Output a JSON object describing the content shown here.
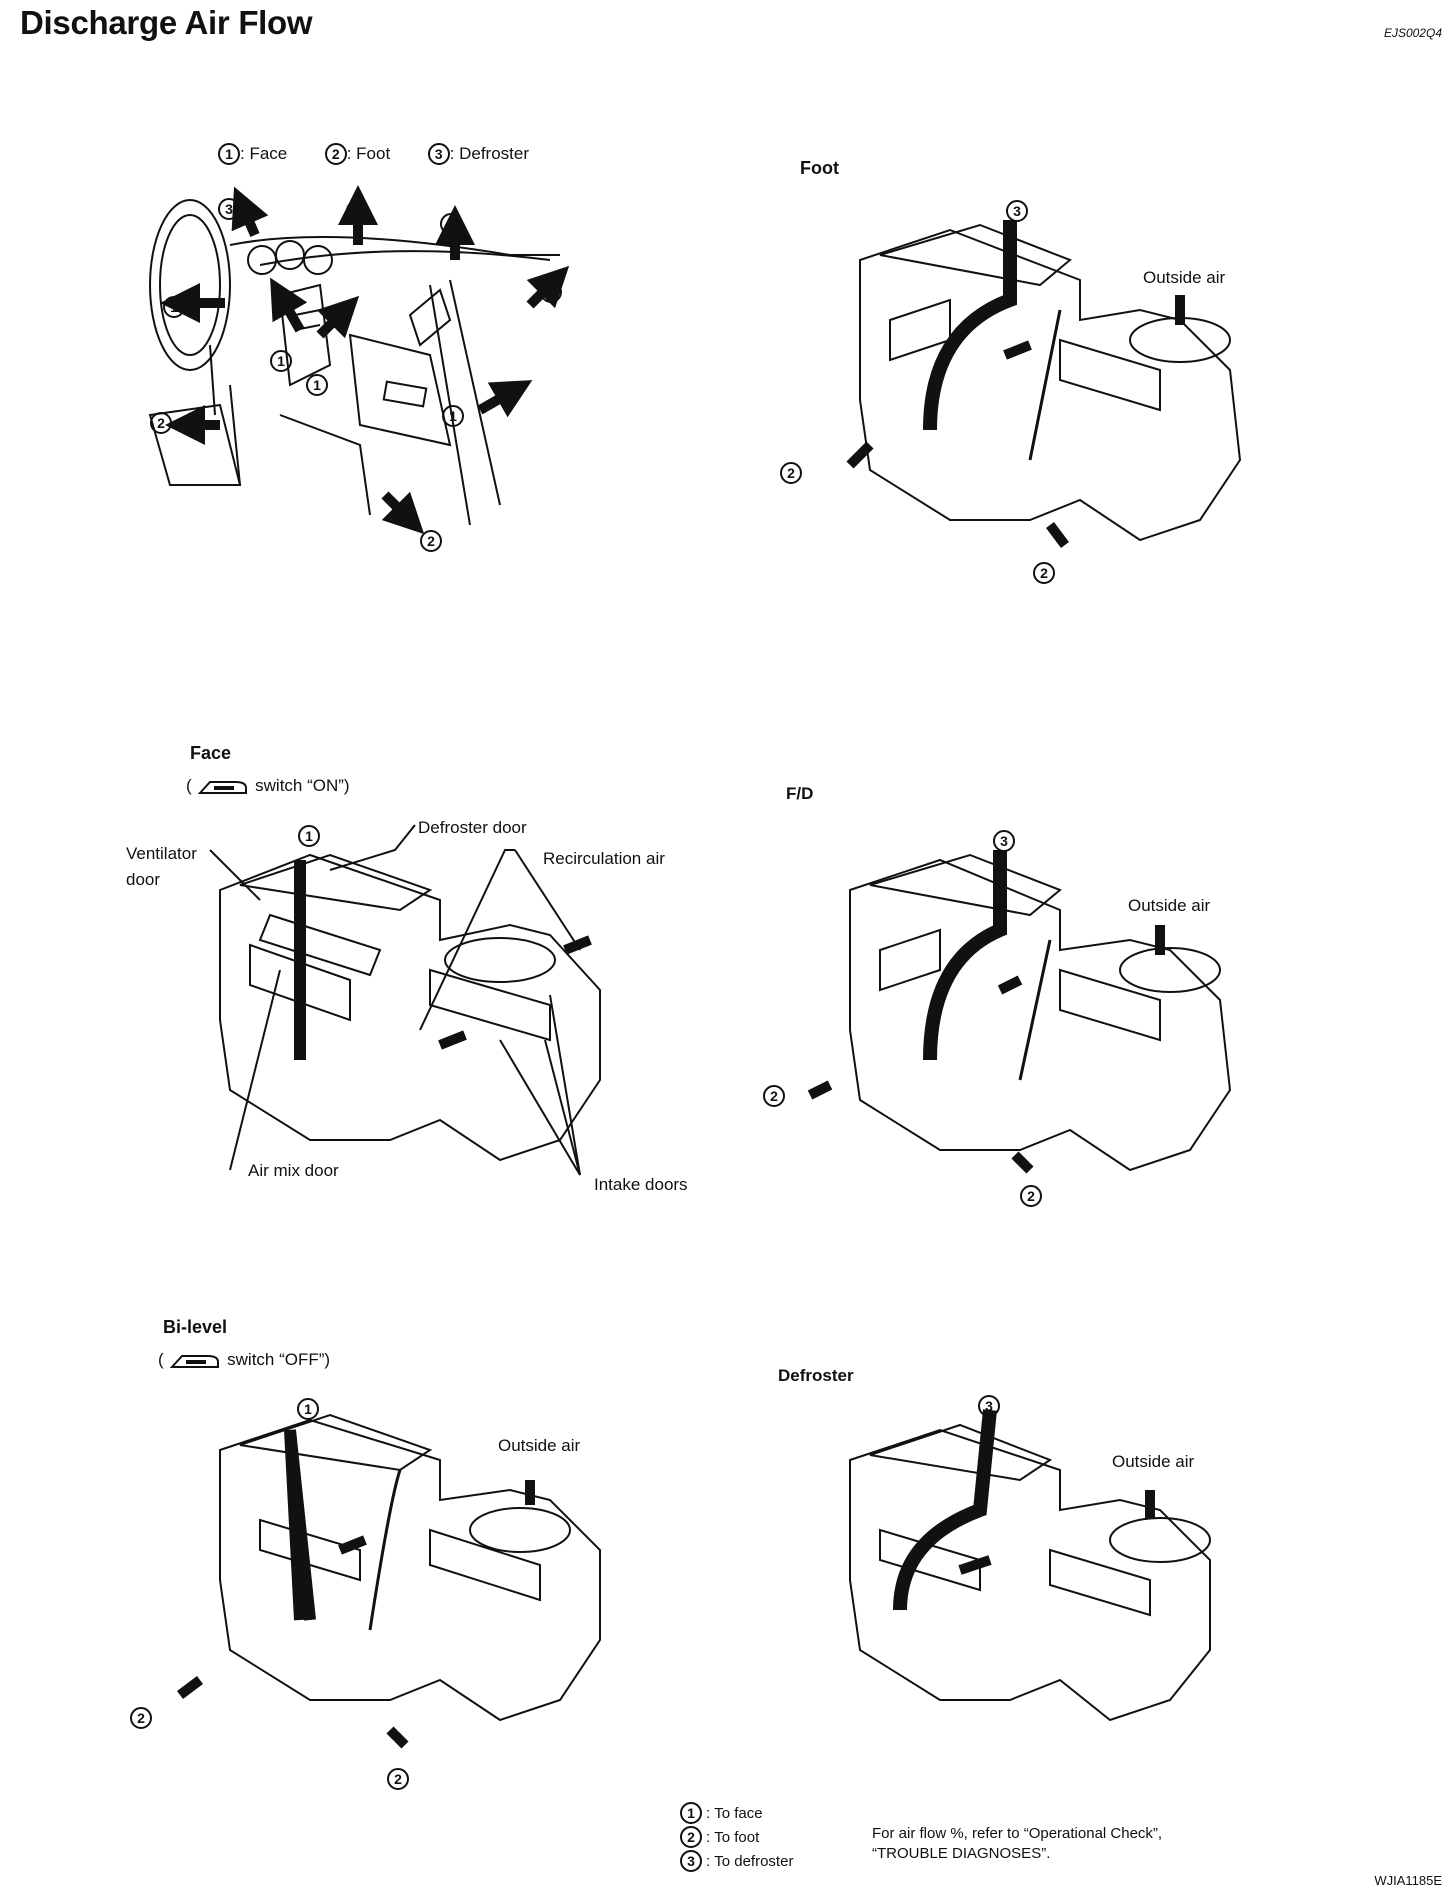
{
  "page": {
    "title": "Discharge Air Flow",
    "doc_code": "EJS002Q4",
    "figure_code": "WJIA1185E"
  },
  "top_legend": {
    "items": [
      {
        "num": "1",
        "label": ": Face"
      },
      {
        "num": "2",
        "label": ": Foot"
      },
      {
        "num": "3",
        "label": ": Defroster"
      }
    ]
  },
  "outlet_numbers": [
    "1",
    "2",
    "3"
  ],
  "panels": {
    "foot": {
      "caption": "Foot",
      "outside_air": "Outside air"
    },
    "face": {
      "caption": "Face",
      "switch_prefix": "(",
      "switch_text": "switch “ON”)",
      "labels": {
        "ventilator_door": "Ventilator door",
        "defroster_door": "Defroster door",
        "recirculation_air": "Recirculation air",
        "air_mix_door": "Air mix door",
        "intake_doors": "Intake doors"
      }
    },
    "fd": {
      "caption": "F/D",
      "outside_air": "Outside air"
    },
    "bilevel": {
      "caption": "Bi-level",
      "switch_prefix": "(",
      "switch_text": "switch “OFF”)",
      "outside_air": "Outside air"
    },
    "defroster": {
      "caption": "Defroster",
      "outside_air": "Outside air"
    }
  },
  "bottom_legend": {
    "items": [
      {
        "num": "1",
        "label": ": To face"
      },
      {
        "num": "2",
        "label": ": To foot"
      },
      {
        "num": "3",
        "label": ": To defroster"
      }
    ],
    "note_line1": "For air flow %, refer to “Operational Check”,",
    "note_line2": "“TROUBLE DIAGNOSES”."
  }
}
